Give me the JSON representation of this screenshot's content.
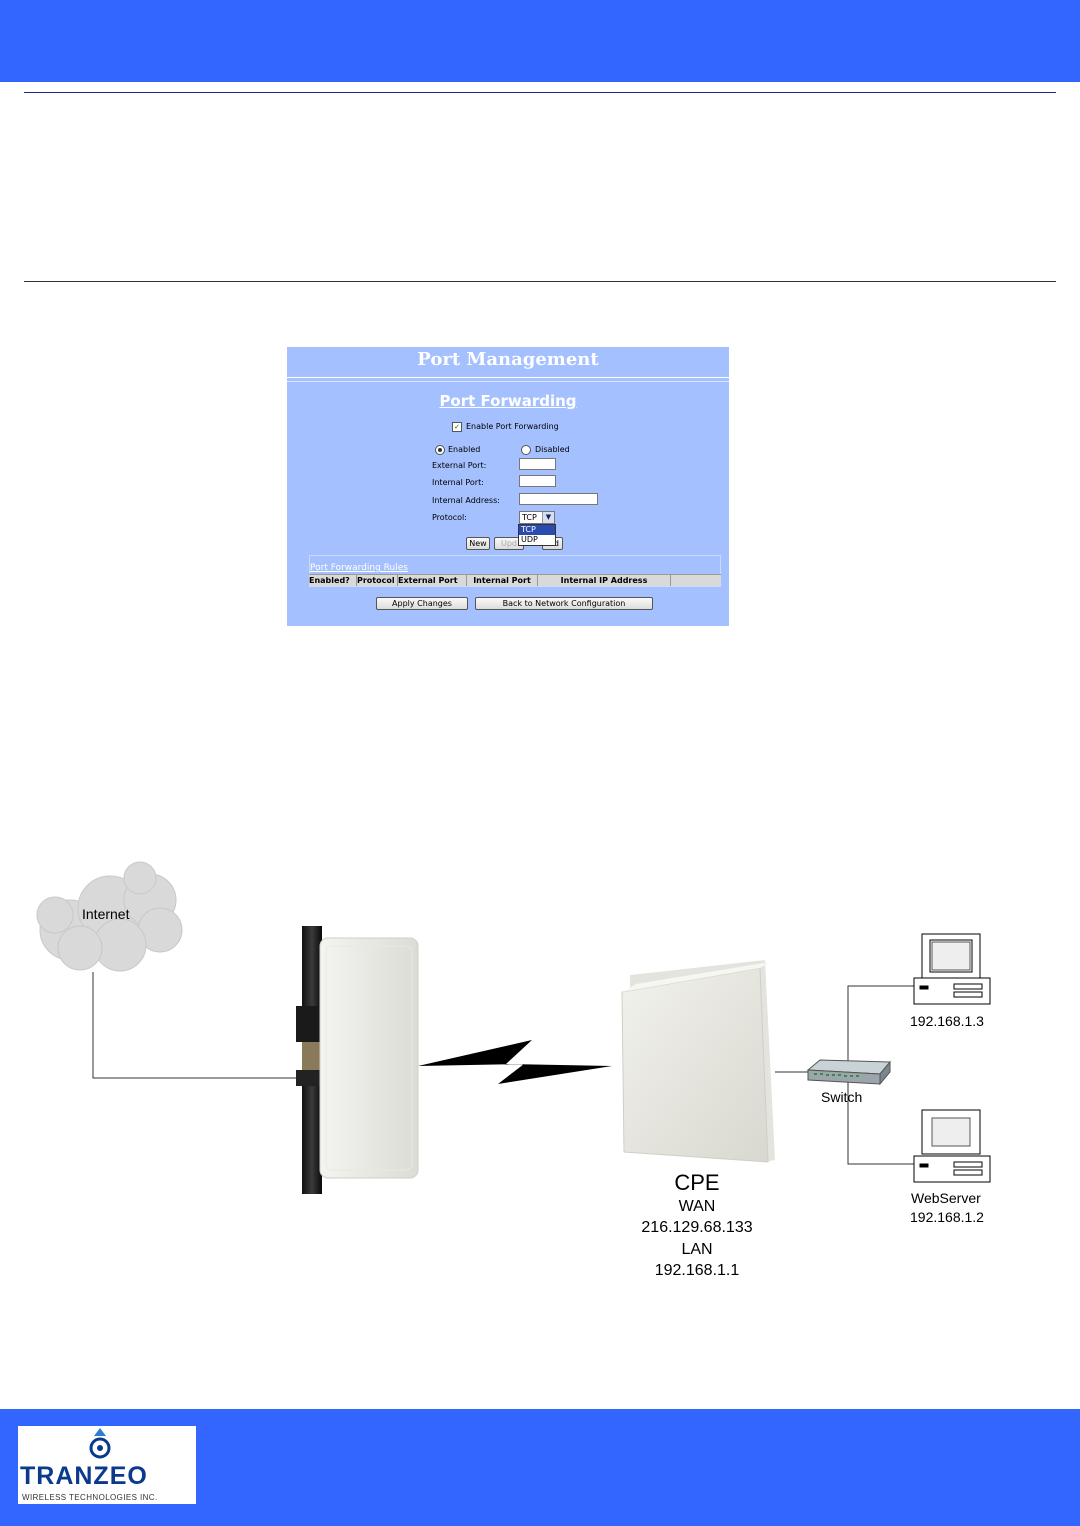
{
  "port_management": {
    "title": "Port Management",
    "section_title": "Port Forwarding",
    "enable_label": "Enable Port Forwarding",
    "enabled_label": "Enabled",
    "disabled_label": "Disabled",
    "external_port_label": "External Port:",
    "internal_port_label": "Internal Port:",
    "internal_address_label": "Internal Address:",
    "protocol_label": "Protocol:",
    "protocol_value": "TCP",
    "protocol_options": [
      "TCP",
      "UDP"
    ],
    "new_button": "New",
    "update_button": "Upd",
    "delete_button": "d",
    "rules_title": "Port Forwarding Rules",
    "rules_columns": [
      "Enabled?",
      "Protocol",
      "External Port",
      "Internal Port",
      "Internal IP Address"
    ],
    "apply_button": "Apply Changes",
    "back_button": "Back to Network Configuration"
  },
  "diagram": {
    "internet_label": "Internet",
    "switch_label": "Switch",
    "pc1_label": "192.168.1.3",
    "pc2_name": "WebServer",
    "pc2_ip": "192.168.1.2",
    "cpe_title": "CPE",
    "cpe_wan_label": "WAN",
    "cpe_wan_ip": "216.129.68.133",
    "cpe_lan_label": "LAN",
    "cpe_lan_ip": "192.168.1.1"
  },
  "footer": {
    "logo_text": "TRANZEO",
    "logo_sub": "WIRELESS TECHNOLOGIES INC."
  },
  "colors": {
    "band": "#3366ff",
    "panel": "#a4c0ff"
  }
}
